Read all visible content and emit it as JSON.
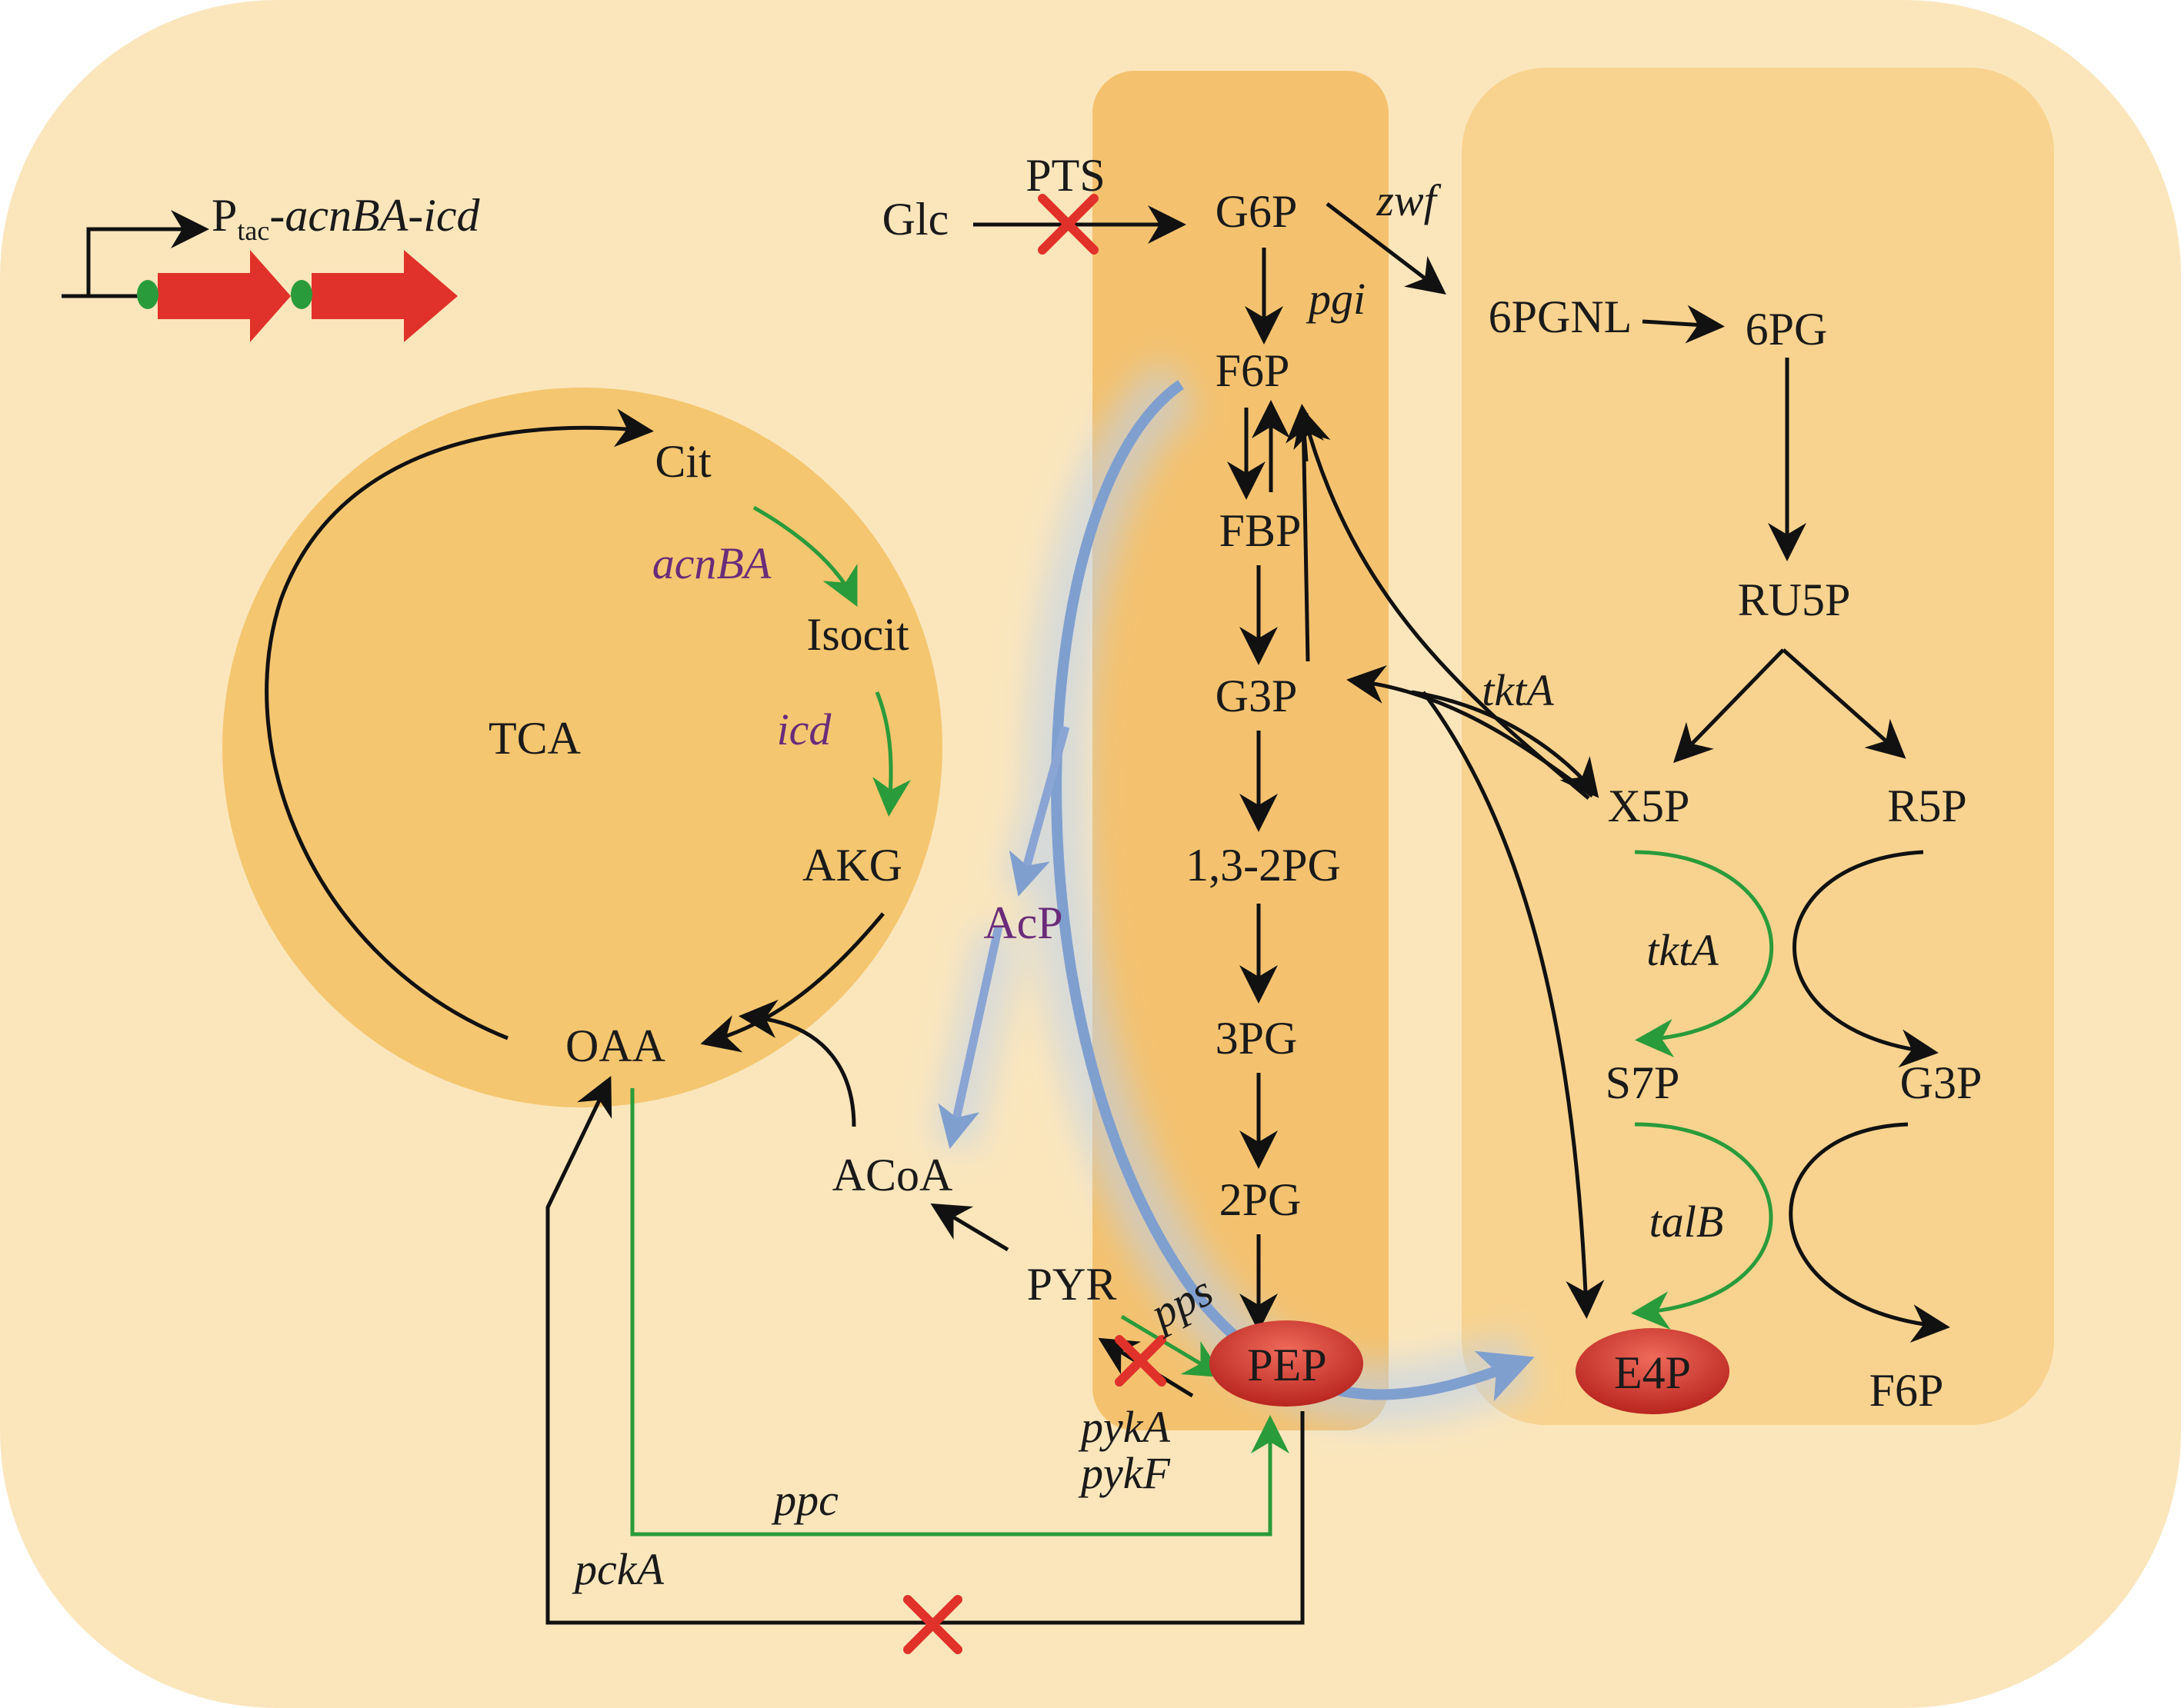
{
  "promoter": {
    "label_p": "P",
    "label_sub": "tac",
    "label_genes": "-acnBA-icd"
  },
  "metabolites": {
    "glc": "Glc",
    "g6p": "G6P",
    "f6p": "F6P",
    "fbp": "FBP",
    "g3p": "G3P",
    "bpg": "1,3-2PG",
    "pg3": "3PG",
    "pg2": "2PG",
    "pep": "PEP",
    "pyr": "PYR",
    "acoa": "ACoA",
    "acp": "AcP",
    "oaa": "OAA",
    "cit": "Cit",
    "isocit": "Isocit",
    "akg": "AKG",
    "tca": "TCA",
    "pgnl": "6PGNL",
    "pg6": "6PG",
    "ru5p": "RU5P",
    "x5p": "X5P",
    "r5p": "R5P",
    "s7p": "S7P",
    "g3p_ppp": "G3P",
    "e4p": "E4P",
    "f6p_ppp": "F6P"
  },
  "genes": {
    "pts": "PTS",
    "zwf": "zwf",
    "pgi": "pgi",
    "tkta_upper": "tktA",
    "tkta_lower": "tktA",
    "talb": "talB",
    "acnba": "acnBA",
    "icd": "icd",
    "pps": "pps",
    "pyka": "pykA",
    "pykf": "pykF",
    "ppc": "ppc",
    "pcka": "pckA"
  },
  "colors": {
    "background": "#fbe6bc",
    "glycolysis_lane": "#f4c26f",
    "ppp_panel": "#f8d38f",
    "tca_circle": "#f4c66f",
    "highlight_arrow": "#7f9fcf",
    "green_arrow": "#2a9b3a",
    "knockout": "#e0322a",
    "gene_purple": "#6a2c7a",
    "highlight_ellipse": "#c9302a"
  }
}
